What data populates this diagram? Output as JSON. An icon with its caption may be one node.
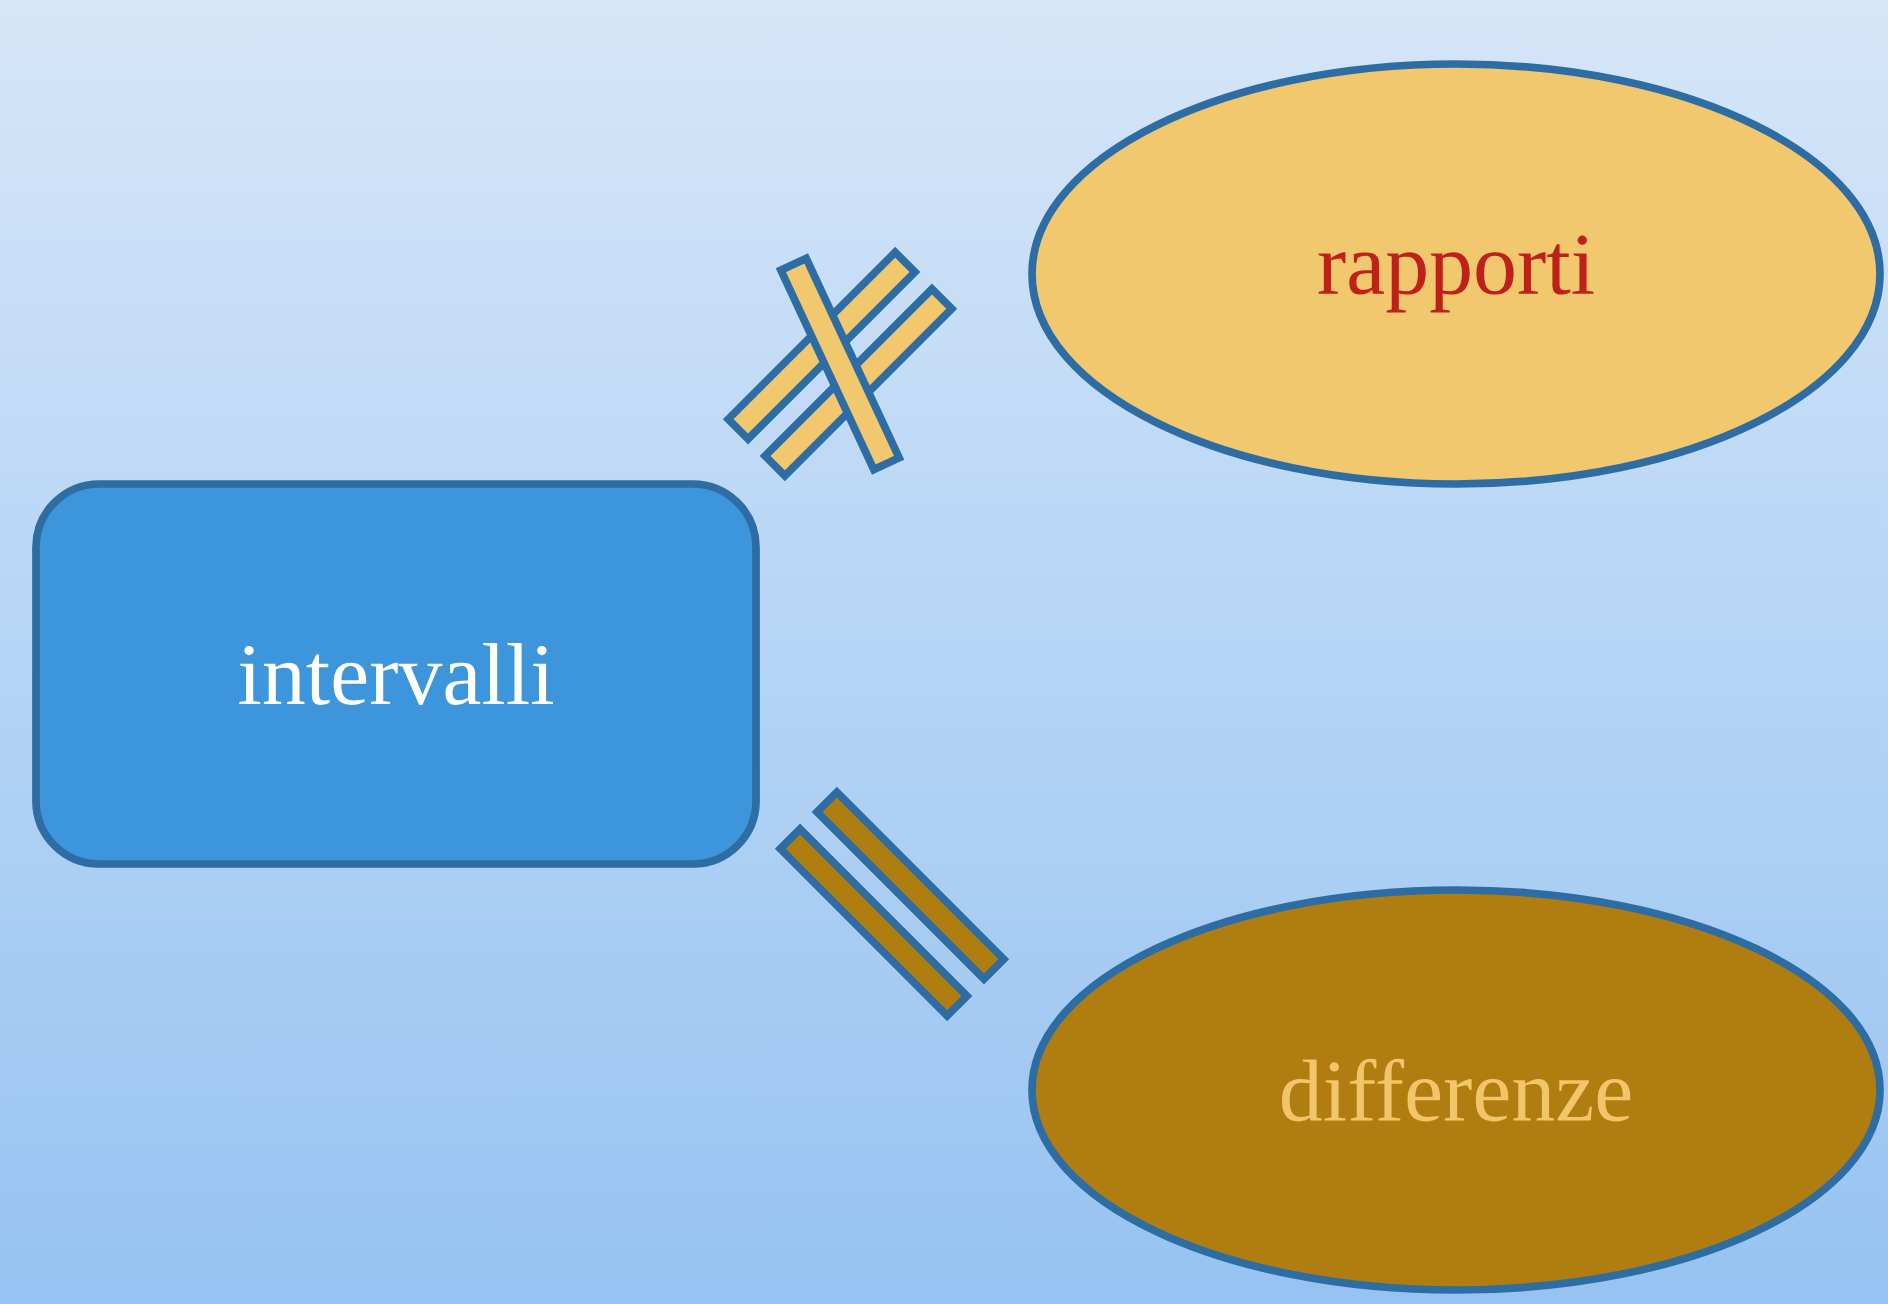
{
  "diagram": {
    "nodes": [
      {
        "text": [
          "intervalli"
        ]
      },
      {
        "text": [
          "rapporti"
        ]
      },
      {
        "text": [
          "differenze"
        ]
      }
    ]
  }
}
